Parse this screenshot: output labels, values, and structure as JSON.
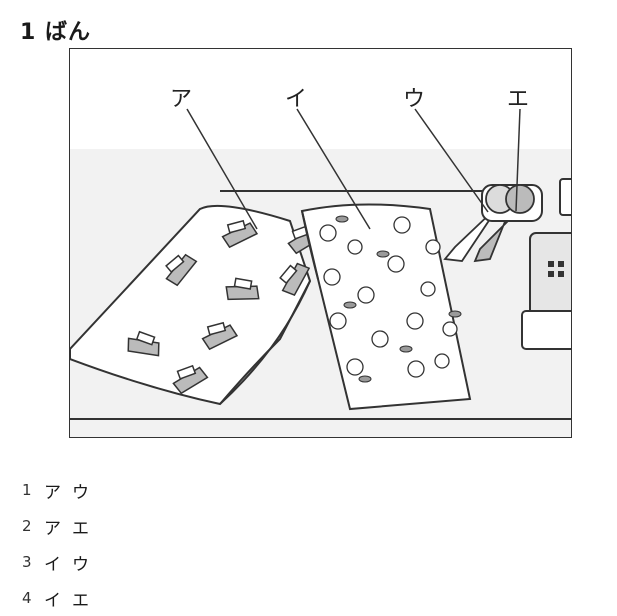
{
  "title": "1 ばん",
  "figure": {
    "labels": [
      "ア",
      "イ",
      "ウ",
      "エ"
    ]
  },
  "options": [
    {
      "num": "1",
      "a": "ア",
      "b": "ウ"
    },
    {
      "num": "2",
      "a": "ア",
      "b": "エ"
    },
    {
      "num": "3",
      "a": "イ",
      "b": "ウ"
    },
    {
      "num": "4",
      "a": "イ",
      "b": "エ"
    }
  ]
}
